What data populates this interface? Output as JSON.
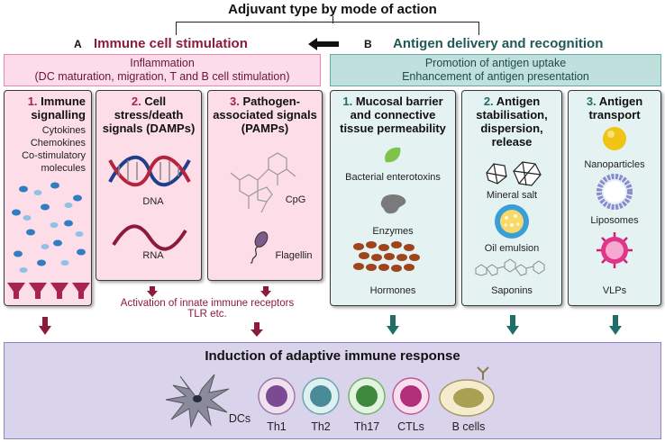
{
  "title": "Adjuvant type by mode of action",
  "section_a": {
    "letter": "A",
    "heading": "Immune cell stimulation",
    "band_line1": "Inflammation",
    "band_line2": "(DC maturation, migration, T and B cell stimulation)",
    "panels": [
      {
        "num": "1.",
        "title": "Immune signalling",
        "items": [
          "Cytokines",
          "Chemokines",
          "Co-stimulatory",
          "molecules"
        ]
      },
      {
        "num": "2.",
        "title": "Cell stress/death signals (DAMPs)",
        "items": [
          "DNA",
          "RNA"
        ]
      },
      {
        "num": "3.",
        "title": "Pathogen-associated signals (PAMPs)",
        "items": [
          "CpG",
          "Flagellin"
        ]
      }
    ],
    "note_line1": "Activation of innate immune receptors",
    "note_line2": "TLR etc."
  },
  "section_b": {
    "letter": "B",
    "heading": "Antigen delivery and recognition",
    "band_line1": "Promotion of antigen uptake",
    "band_line2": "Enhancement of antigen presentation",
    "panels": [
      {
        "num": "1.",
        "title": "Mucosal barrier and connective tissue permeability",
        "items": [
          "Bacterial enterotoxins",
          "Enzymes",
          "Hormones"
        ]
      },
      {
        "num": "2.",
        "title": "Antigen stabilisation, dispersion, release",
        "items": [
          "Mineral salt",
          "Oil emulsion",
          "Saponins"
        ]
      },
      {
        "num": "3.",
        "title": "Antigen transport",
        "items": [
          "Nanoparticles",
          "Liposomes",
          "VLPs"
        ]
      }
    ]
  },
  "bottom": {
    "title": "Induction of adaptive immune response",
    "cells": [
      "DCs",
      "Th1",
      "Th2",
      "Th17",
      "CTLs",
      "B cells"
    ]
  },
  "colors": {
    "section_a": "#8b1a3b",
    "section_b": "#1f5a55",
    "pink_panel": "#fcdde8",
    "teal_panel": "#e4f2f1",
    "bottom_panel": "#d9d3ec"
  }
}
